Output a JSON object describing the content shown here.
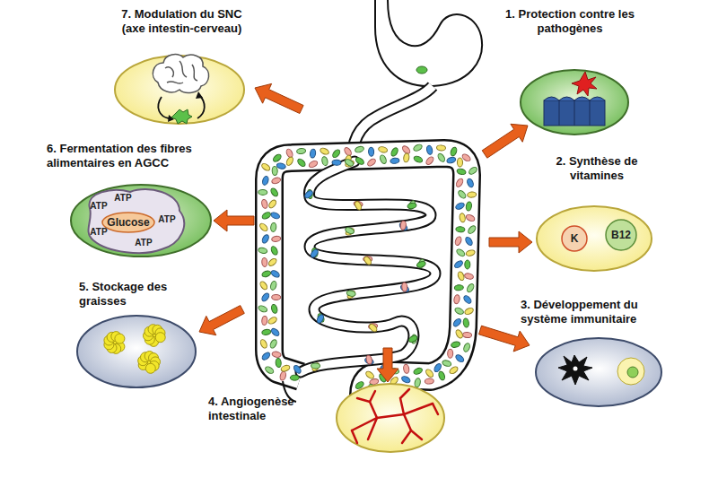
{
  "diagram": {
    "nodes": [
      {
        "text": [
          "1. Protection contre les pathogènes"
        ]
      },
      {
        "text": [
          "2. Synthèse de vitamines"
        ]
      },
      {
        "text": [
          "K"
        ],
        "in": 1
      },
      {
        "text": [
          "B12"
        ],
        "in": 1
      },
      {
        "text": [
          "3. Développement du système immunitaire"
        ]
      },
      {
        "text": [
          "4. Angiogenèse intestinale"
        ]
      },
      {
        "text": [
          "5. Stockage des graisses"
        ]
      },
      {
        "text": [
          "6. Fermentation des fibres alimentaires en AGCC"
        ]
      },
      {
        "text": [
          "Glucose"
        ],
        "in": 7
      },
      {
        "text": [
          "7. Modulation du SNC (axe intestin-cerveau)"
        ]
      }
    ],
    "labels": [
      "ATP",
      "ATP",
      "ATP",
      "ATP",
      "ATP"
    ]
  }
}
